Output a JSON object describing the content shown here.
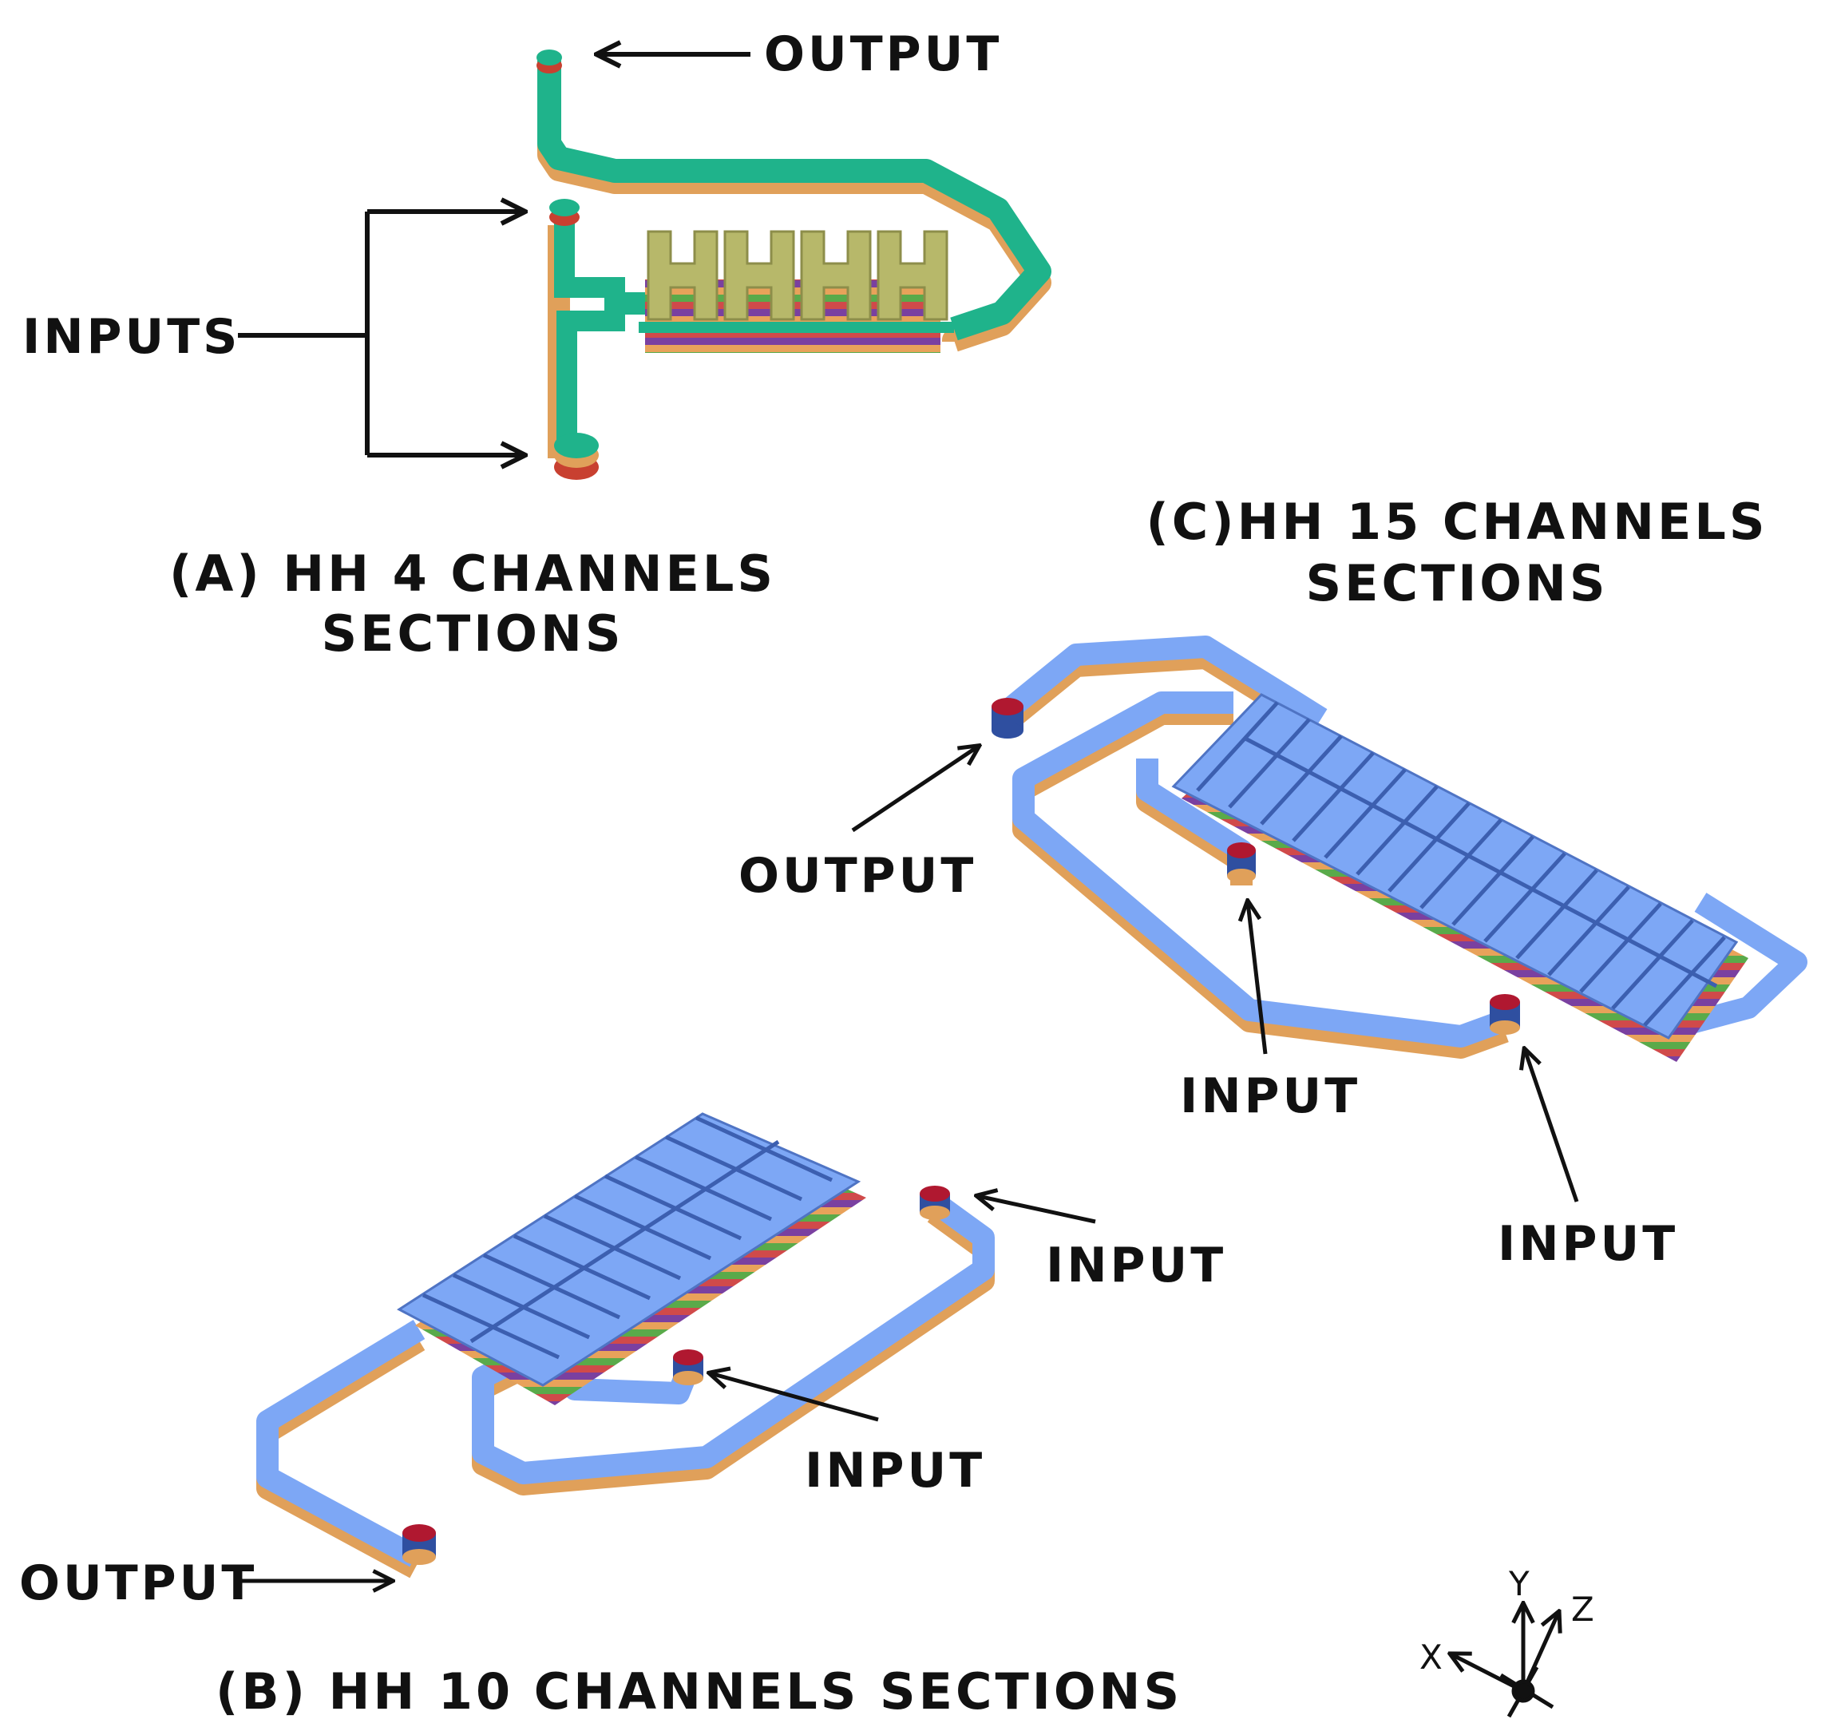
{
  "panel_a": {
    "output_label": "OUTPUT",
    "inputs_label": "INPUTS",
    "title_line1": "(A) HH 4 CHANNELS",
    "title_line2": "SECTIONS",
    "color": "#1fb38b"
  },
  "panel_b": {
    "output_label": "OUTPUT",
    "input_label_upper": "INPUT",
    "input_label_lower": "INPUT",
    "title": "(B) HH 10 CHANNELS SECTIONS",
    "color": "#7da7f5"
  },
  "panel_c": {
    "title_line1": "(C)HH 15 CHANNELS",
    "title_line2": "SECTIONS",
    "output_label": "OUTPUT",
    "input_label_left": "INPUT",
    "input_label_right": "INPUT",
    "color": "#7da7f5"
  },
  "axes": {
    "x": "X",
    "y": "Y",
    "z": "Z"
  },
  "layer_colors": [
    "#e8a25a",
    "#5aaa4a",
    "#d04a4a",
    "#7a40a0"
  ],
  "port_color": "#b01830"
}
